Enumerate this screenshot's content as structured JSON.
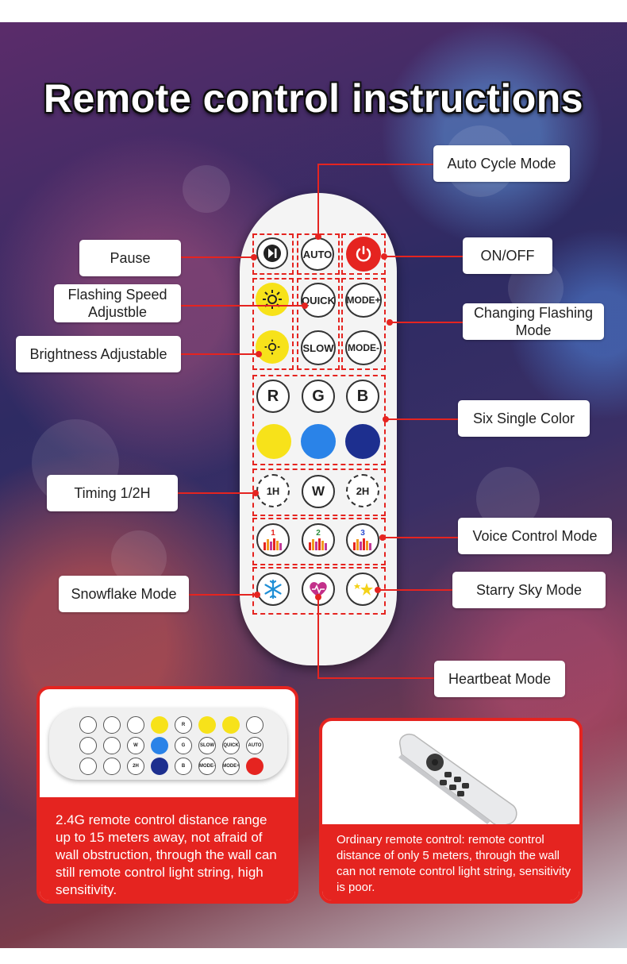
{
  "title": "Remote control instructions",
  "buttons": {
    "auto": "AUTO",
    "quick": "QUICK",
    "slow": "SLOW",
    "mode_plus": "MODE+",
    "mode_minus": "MODE-",
    "r": "R",
    "g": "G",
    "b": "B",
    "w": "W",
    "timer_1h": "1H",
    "timer_2h": "2H",
    "voice_1": "1",
    "voice_2": "2",
    "voice_3": "3"
  },
  "labels": {
    "auto_cycle": "Auto Cycle Mode",
    "pause": "Pause",
    "on_off": "ON/OFF",
    "flashing_speed": "Flashing Speed Adjustble",
    "changing_flashing": "Changing Flashing Mode",
    "brightness": "Brightness Adjustable",
    "six_color": "Six Single Color",
    "timing": "Timing 1/2H",
    "voice_control": "Voice Control Mode",
    "snowflake": "Snowflake Mode",
    "starry_sky": "Starry Sky Mode",
    "heartbeat": "Heartbeat Mode"
  },
  "small_remote": {
    "row1": [
      "",
      "",
      "",
      "",
      "R",
      "",
      "",
      ""
    ],
    "row2": [
      "",
      "",
      "W",
      "",
      "G",
      "SLOW",
      "QUICK",
      "AUTO"
    ],
    "row3": [
      "",
      "",
      "2H",
      "",
      "B",
      "MODE-",
      "MODE+",
      ""
    ]
  },
  "cards": {
    "left": "2.4G remote control distance range up to 15 meters away, not afraid of wall obstruction, through the wall can still remote control light string, high sensitivity.",
    "right": "Ordinary remote control: remote control distance of only 5 meters, through the wall can not remote control light string, sensitivity is poor."
  },
  "colors": {
    "accent": "#e52420",
    "yellow": "#f7e21a",
    "light_blue": "#2a83e8",
    "dark_blue": "#1d2f8f",
    "power_red": "#e52420"
  }
}
